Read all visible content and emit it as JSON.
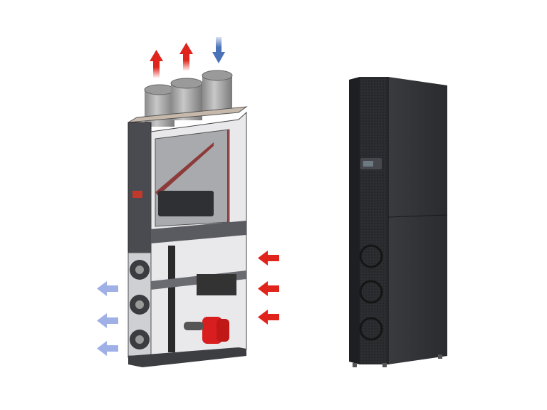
{
  "figure": {
    "left_illustration": "cutaway-cooling-unit",
    "right_illustration": "enclosed-cooling-cabinet",
    "colors": {
      "hot_air": "#e0241b",
      "cold_air_top": "#4a72b8",
      "exhaust_air": "#9fb0e6",
      "cabinet": "#2b2c2f",
      "frame": "#4a4b50",
      "compressor": "#d81e1e"
    },
    "airflow": {
      "top_outlets_hot": 2,
      "top_inlet_cold": 1,
      "right_side_hot_inlets": 3,
      "left_side_cold_outlets": 3
    }
  }
}
